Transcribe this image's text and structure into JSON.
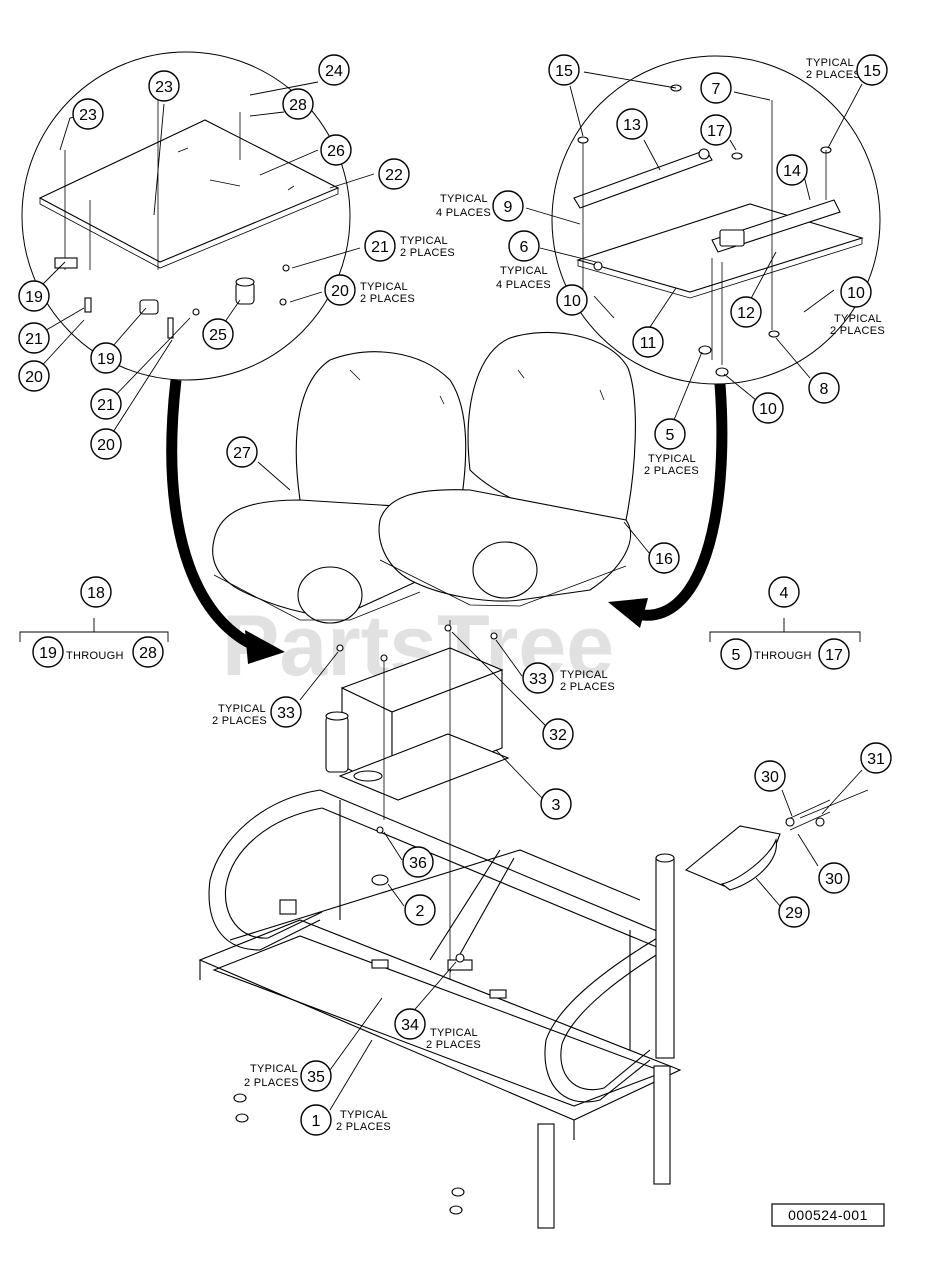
{
  "watermark": "PartsTree",
  "drawing_code": "000524-001",
  "callouts": [
    {
      "id": "c24",
      "label": "24"
    },
    {
      "id": "c23a",
      "label": "23"
    },
    {
      "id": "c23b",
      "label": "23"
    },
    {
      "id": "c28a",
      "label": "28"
    },
    {
      "id": "c26",
      "label": "26"
    },
    {
      "id": "c22",
      "label": "22"
    },
    {
      "id": "c21a",
      "label": "21"
    },
    {
      "id": "c20a",
      "label": "20"
    },
    {
      "id": "c19a",
      "label": "19"
    },
    {
      "id": "c21b",
      "label": "21"
    },
    {
      "id": "c20b",
      "label": "20"
    },
    {
      "id": "c19b",
      "label": "19"
    },
    {
      "id": "c25",
      "label": "25"
    },
    {
      "id": "c21c",
      "label": "21"
    },
    {
      "id": "c20c",
      "label": "20"
    },
    {
      "id": "c15a",
      "label": "15"
    },
    {
      "id": "c15b",
      "label": "15"
    },
    {
      "id": "c7",
      "label": "7"
    },
    {
      "id": "c13",
      "label": "13"
    },
    {
      "id": "c17a",
      "label": "17"
    },
    {
      "id": "c14",
      "label": "14"
    },
    {
      "id": "c9",
      "label": "9"
    },
    {
      "id": "c6",
      "label": "6"
    },
    {
      "id": "c10a",
      "label": "10"
    },
    {
      "id": "c10b",
      "label": "10"
    },
    {
      "id": "c11",
      "label": "11"
    },
    {
      "id": "c12",
      "label": "12"
    },
    {
      "id": "c8",
      "label": "8"
    },
    {
      "id": "c10c",
      "label": "10"
    },
    {
      "id": "c5a",
      "label": "5"
    },
    {
      "id": "c27",
      "label": "27"
    },
    {
      "id": "c16",
      "label": "16"
    },
    {
      "id": "c18",
      "label": "18"
    },
    {
      "id": "c19c",
      "label": "19"
    },
    {
      "id": "c28b",
      "label": "28"
    },
    {
      "id": "c4",
      "label": "4"
    },
    {
      "id": "c5b",
      "label": "5"
    },
    {
      "id": "c17b",
      "label": "17"
    },
    {
      "id": "c33a",
      "label": "33"
    },
    {
      "id": "c33b",
      "label": "33"
    },
    {
      "id": "c32",
      "label": "32"
    },
    {
      "id": "c3",
      "label": "3"
    },
    {
      "id": "c30a",
      "label": "30"
    },
    {
      "id": "c31",
      "label": "31"
    },
    {
      "id": "c30b",
      "label": "30"
    },
    {
      "id": "c36",
      "label": "36"
    },
    {
      "id": "c2",
      "label": "2"
    },
    {
      "id": "c29",
      "label": "29"
    },
    {
      "id": "c34",
      "label": "34"
    },
    {
      "id": "c35",
      "label": "35"
    },
    {
      "id": "c1",
      "label": "1"
    }
  ],
  "notes": {
    "n21_l1": "TYPICAL",
    "n21_l2": "2 PLACES",
    "n20_l1": "TYPICAL",
    "n20_l2": "2 PLACES",
    "n15_l1": "TYPICAL",
    "n15_l2": "2 PLACES",
    "n9_l1": "TYPICAL",
    "n9_l2": "4 PLACES",
    "n6_l1": "TYPICAL",
    "n6_l2": "4 PLACES",
    "n10_l1": "TYPICAL",
    "n10_l2": "2 PLACES",
    "n5_l1": "TYPICAL",
    "n5_l2": "2 PLACES",
    "n33a_l1": "TYPICAL",
    "n33a_l2": "2 PLACES",
    "n33b_l1": "TYPICAL",
    "n33b_l2": "2 PLACES",
    "n34_l1": "TYPICAL",
    "n34_l2": "2 PLACES",
    "n35_l1": "TYPICAL",
    "n35_l2": "2 PLACES",
    "n1_l1": "TYPICAL",
    "n1_l2": "2 PLACES",
    "through_left": "THROUGH",
    "through_right": "THROUGH"
  }
}
